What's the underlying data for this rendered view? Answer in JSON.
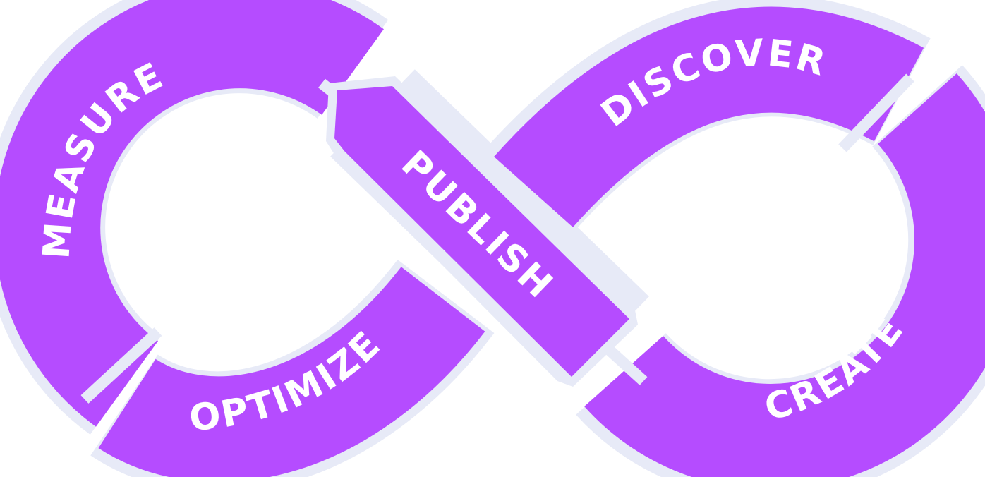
{
  "colors": {
    "band": "#b54cff",
    "outline": "#e7eaf7",
    "text": "#ffffff",
    "background": "#ffffff"
  },
  "stages": [
    {
      "id": "discover",
      "label": "DISCOVER"
    },
    {
      "id": "create",
      "label": "CREATE"
    },
    {
      "id": "publish",
      "label": "PUBLISH"
    },
    {
      "id": "optimize",
      "label": "OPTIMIZE"
    },
    {
      "id": "measure",
      "label": "MEASURE"
    }
  ]
}
